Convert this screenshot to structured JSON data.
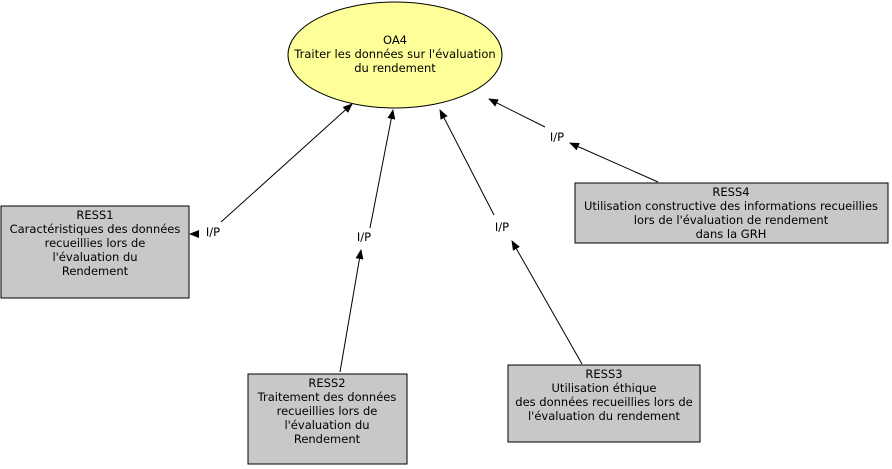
{
  "goal": {
    "lines": [
      "OA4",
      "Traiter les données sur l'évaluation",
      "du rendement"
    ],
    "fill": "#ffff99"
  },
  "resources": [
    {
      "lines": [
        "RESS1",
        "Caractéristiques des données",
        "recueillies lors de",
        "l'évaluation du",
        "Rendement"
      ]
    },
    {
      "lines": [
        "RESS2",
        "Traitement des données",
        "recueillies lors de",
        "l'évaluation du",
        "Rendement"
      ]
    },
    {
      "lines": [
        "RESS3",
        "Utilisation éthique",
        "des données recueillies lors de",
        "l'évaluation du rendement"
      ]
    },
    {
      "lines": [
        "RESS4",
        "Utilisation constructive des informations recueillies",
        "lors de l'évaluation de rendement",
        "dans la GRH"
      ]
    }
  ],
  "edge_label": "I/P"
}
